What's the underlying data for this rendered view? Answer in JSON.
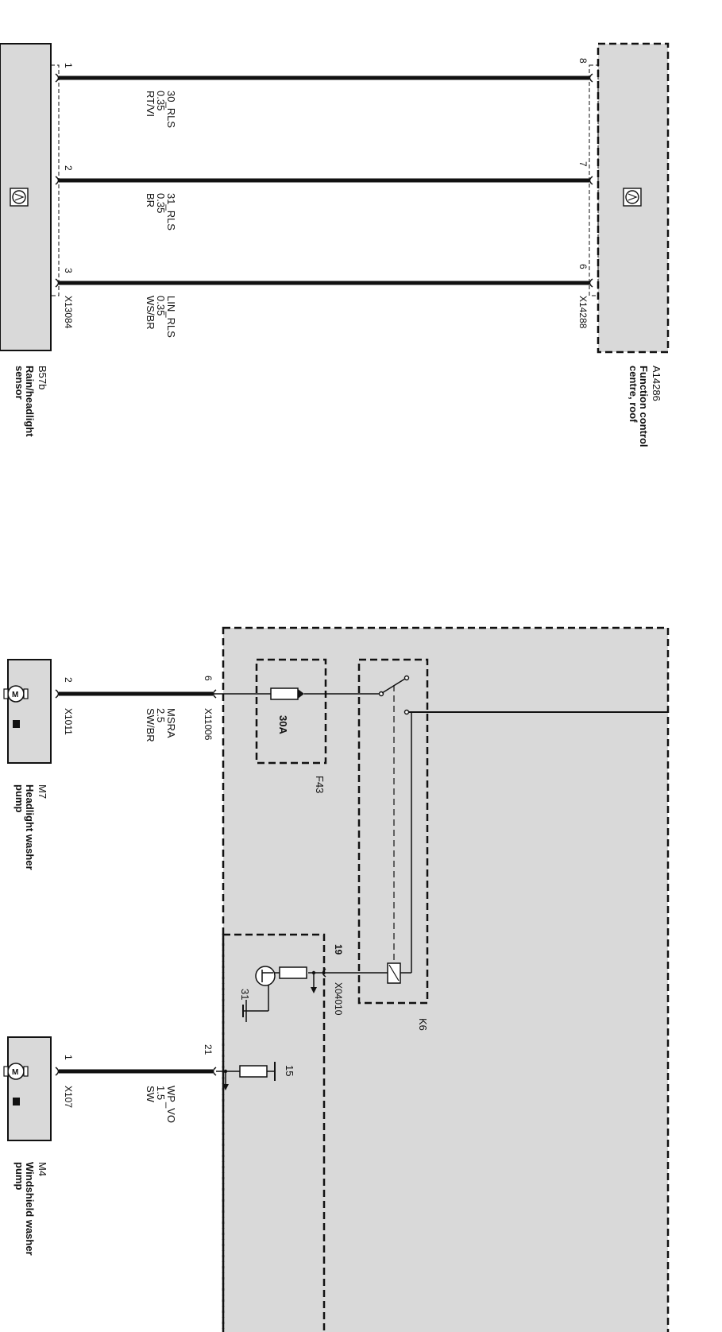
{
  "colors": {
    "panel_fill": "#d9d9d9",
    "wire": "#111111",
    "background": "#ffffff"
  },
  "components": {
    "b57b": {
      "code": "B57b",
      "name_line1": "Rain/headlight",
      "name_line2": "sensor",
      "connector": "X13084",
      "icon": "rain-sensor-icon"
    },
    "a14286": {
      "code": "A14286",
      "name_line1": "Function control",
      "name_line2": "centre, roof",
      "connector": "X14288",
      "icon": "rain-sensor-icon"
    },
    "m7": {
      "code": "M7",
      "name_line1": "Headlight washer",
      "name_line2": "pump",
      "connector": "X1011",
      "icon": "motor-icon"
    },
    "m4": {
      "code": "M4",
      "name_line1": "Windshield washer",
      "name_line2": "pump",
      "connector": "X107",
      "icon": "motor-icon"
    },
    "k6": {
      "code": "K6",
      "icon": "relay-icon"
    },
    "f43": {
      "code": "F43",
      "rating": "30A",
      "icon": "fuse-icon"
    }
  },
  "wires": [
    {
      "signal": "30_RLS",
      "gauge": "0.35",
      "color": "RT/VI",
      "pin_left": "1",
      "pin_right": "8"
    },
    {
      "signal": "31_RLS",
      "gauge": "0.35",
      "color": "BR",
      "pin_left": "2",
      "pin_right": "7"
    },
    {
      "signal": "LIN_RLS",
      "gauge": "0.35",
      "color": "WS/BR",
      "pin_left": "3",
      "pin_right": "6"
    }
  ],
  "lower": {
    "msra": {
      "signal": "MSRA",
      "gauge": "2.5",
      "color": "SW/BR",
      "pin_motor": "2",
      "pin_module": "6",
      "connector": "X11006"
    },
    "wpvo": {
      "signal": "WP_VO",
      "gauge": "1.5",
      "color": "SW",
      "pin_motor": "1",
      "pin_module": "21"
    },
    "relay_pin": "19",
    "relay_connector": "X04010",
    "supply_15": "15",
    "ground_31": "31"
  }
}
